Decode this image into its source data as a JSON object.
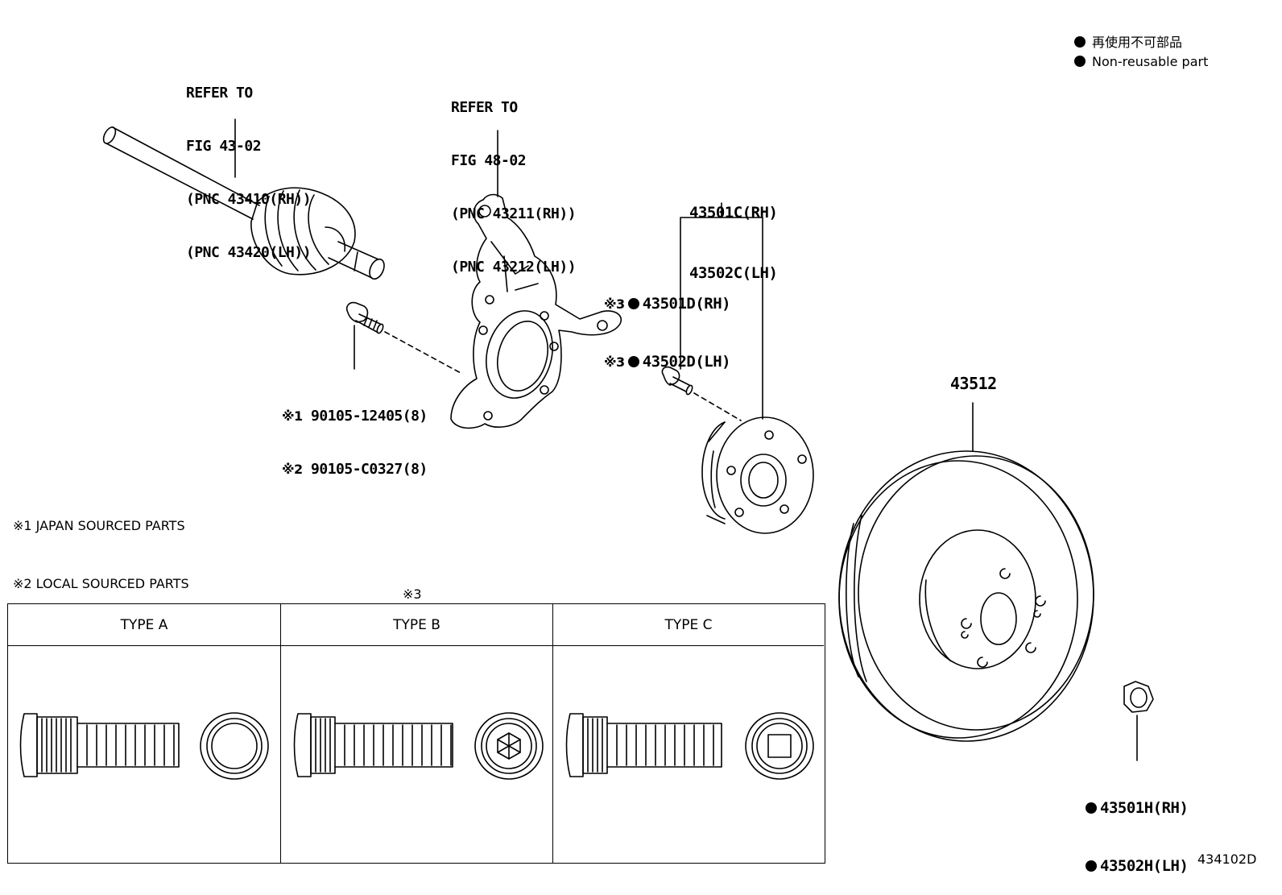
{
  "legend": {
    "items": [
      {
        "text": "再使用不可部品"
      },
      {
        "text": "Non-reusable part"
      }
    ]
  },
  "callouts": {
    "drive_shaft": [
      "REFER TO",
      "FIG 43-02",
      "(PNC 43410(RH))",
      "(PNC 43420(LH))"
    ],
    "knuckle": [
      "REFER TO",
      "FIG 48-02",
      "(PNC 43211(RH))",
      "(PNC 43212(LH))"
    ],
    "hub_assy": [
      "43501C(RH)",
      "43502C(LH)"
    ],
    "hub_bolt": [
      {
        "mark": "※3",
        "text": "43501D(RH)"
      },
      {
        "mark": "※3",
        "text": "43502D(LH)"
      }
    ],
    "knuckle_bolt": [
      {
        "mark": "※1",
        "text": "90105-12405(8)"
      },
      {
        "mark": "※2",
        "text": "90105-C0327(8)"
      }
    ],
    "disc": "43512",
    "nut": [
      "43501H(RH)",
      "43502H(LH)"
    ]
  },
  "notes": [
    "※1 JAPAN SOURCED PARTS",
    "※2 LOCAL SOURCED PARTS"
  ],
  "table": {
    "mark": "※3",
    "headers": [
      "TYPE A",
      "TYPE B",
      "TYPE C"
    ]
  },
  "figure_code": "434102D"
}
